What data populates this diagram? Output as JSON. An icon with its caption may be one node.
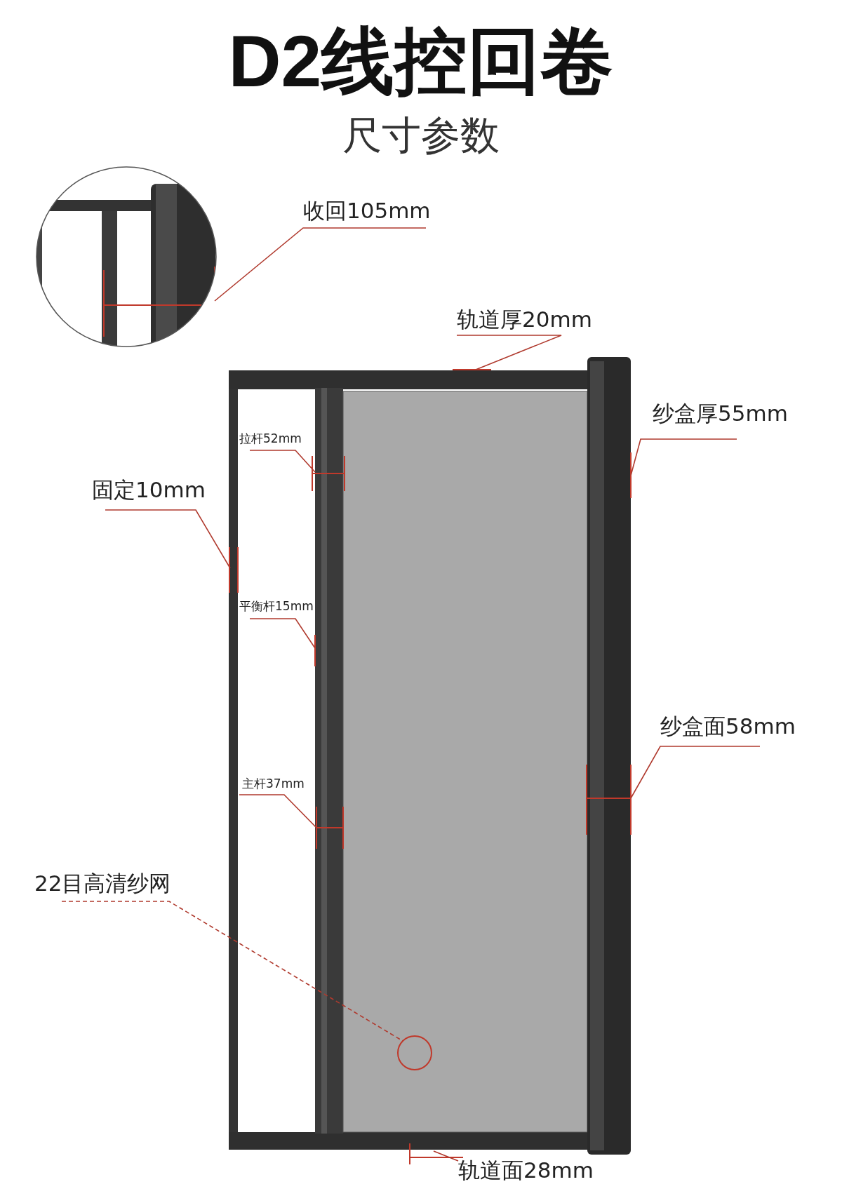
{
  "diagram": {
    "title": "D2线控回卷",
    "nodes": [
      {
        "text": [
          "收回105mm"
        ]
      },
      {
        "text": [
          "轨道厚20mm"
        ]
      },
      {
        "text": [
          "纱盒厚55mm"
        ]
      },
      {
        "text": [
          "拉杆52mm"
        ]
      },
      {
        "text": [
          "固定10mm"
        ]
      },
      {
        "text": [
          "平衡杆15mm"
        ]
      },
      {
        "text": [
          "纱盒面58mm"
        ]
      },
      {
        "text": [
          "主杆37mm"
        ]
      },
      {
        "text": [
          "22目高清纱网"
        ]
      },
      {
        "text": [],
        "shape": "circle"
      },
      {
        "text": [
          "轨道面28mm"
        ]
      },
      {
        "text": [],
        "shape": "picture"
      }
    ],
    "edges": [
      {
        "from": 0,
        "to": 11,
        "arrow": "none"
      },
      {
        "from": 1,
        "to": null,
        "arrow": "none"
      },
      {
        "from": 2,
        "to": null,
        "arrow": "none"
      },
      {
        "from": 3,
        "to": null,
        "arrow": "none"
      },
      {
        "from": 4,
        "to": null,
        "arrow": "none"
      },
      {
        "from": 5,
        "to": null,
        "arrow": "none"
      },
      {
        "from": 6,
        "to": null,
        "arrow": "none"
      },
      {
        "from": 7,
        "to": null,
        "arrow": "none"
      },
      {
        "from": 8,
        "to": 9,
        "arrow": "none",
        "style": "dashed"
      },
      {
        "from": 10,
        "to": null,
        "arrow": "none"
      }
    ],
    "labels": [
      "尺寸参数"
    ]
  }
}
